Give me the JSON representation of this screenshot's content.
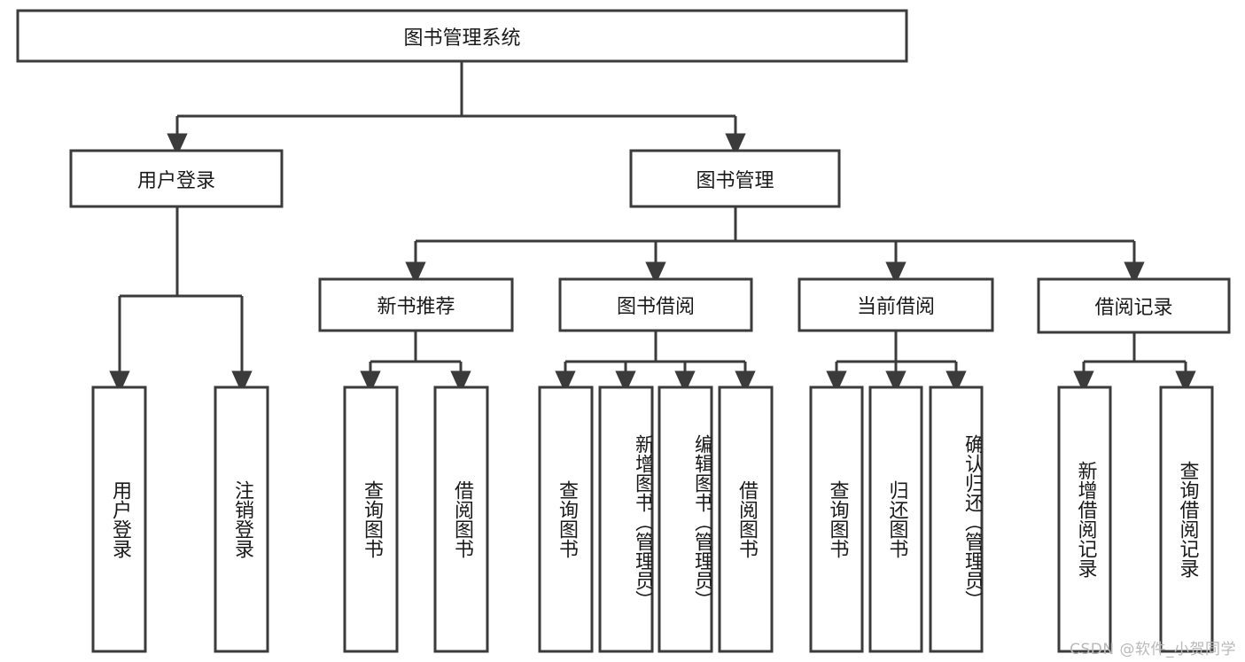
{
  "diagram": {
    "title": "图书管理系统",
    "type": "hierarchy-tree",
    "watermark": "CSDN @软件_小贺同学",
    "colors": {
      "stroke": "#3b3b3b",
      "fill": "#ffffff",
      "text": "#1a1a1a",
      "watermark": "#b9b9b9"
    },
    "nodes": {
      "root": {
        "label": "图书管理系统"
      },
      "level2": [
        {
          "label": "用户登录"
        },
        {
          "label": "图书管理"
        }
      ],
      "level3": [
        {
          "label": "新书推荐"
        },
        {
          "label": "图书借阅"
        },
        {
          "label": "当前借阅"
        },
        {
          "label": "借阅记录"
        }
      ],
      "leaves_user_login": [
        {
          "label": "用户登录"
        },
        {
          "label": "注销登录"
        }
      ],
      "leaves_new_books": [
        {
          "label": "查询图书"
        },
        {
          "label": "借阅图书"
        }
      ],
      "leaves_borrow": [
        {
          "label": "查询图书"
        },
        {
          "label": "新增图书（管理员）"
        },
        {
          "label": "编辑图书（管理员）"
        },
        {
          "label": "借阅图书"
        }
      ],
      "leaves_current": [
        {
          "label": "查询图书"
        },
        {
          "label": "归还图书"
        },
        {
          "label": "确认归还（管理员）"
        }
      ],
      "leaves_records": [
        {
          "label": "新增借阅记录"
        },
        {
          "label": "查询借阅记录"
        }
      ]
    }
  }
}
